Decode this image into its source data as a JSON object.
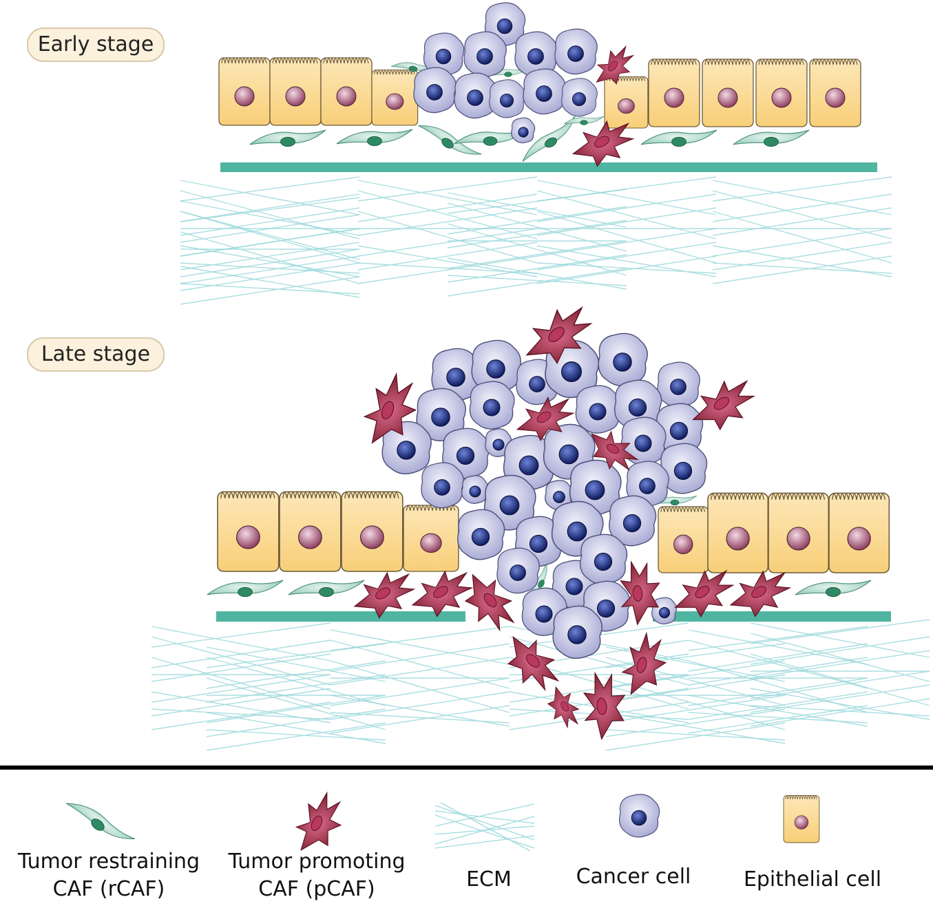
{
  "stages": {
    "early": "Early stage",
    "late": "Late stage"
  },
  "legend": {
    "rcaf_line1": "Tumor restraining",
    "rcaf_line2": "CAF (rCAF)",
    "pcaf_line1": "Tumor promoting",
    "pcaf_line2": "CAF (pCAF)",
    "ecm": "ECM",
    "cancer": "Cancer cell",
    "epithelial": "Epithelial cell"
  },
  "colors": {
    "epithelial_fill": "#fbd98f",
    "epithelial_nucleus": "#a25a78",
    "cancer_fill": "#b6b8dc",
    "cancer_nucleus": "#1f2f7a",
    "rcaf_fill": "#b9e0d4",
    "rcaf_nucleus": "#2e8a64",
    "pcaf_fill": "#8e2535",
    "basement_membrane": "#4fb5a0",
    "ecm_fiber": "#8fd4d8"
  }
}
